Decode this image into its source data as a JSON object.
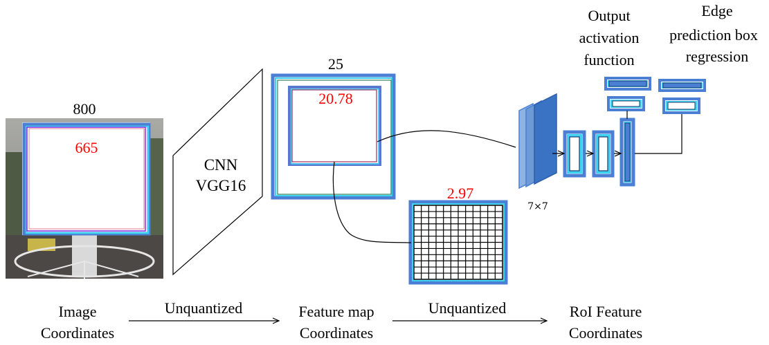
{
  "colors": {
    "accent_red": "#ff0000",
    "box_blue": "#4a7fd4",
    "box_cyan": "#3fd3f2",
    "box_purple": "#8a2be2"
  },
  "input_image": {
    "top_value": "800",
    "inner_value": "665"
  },
  "cnn": {
    "line1": "CNN",
    "line2": "VGG16"
  },
  "feature_map": {
    "top_value": "25",
    "inner_value": "20.78"
  },
  "roi_grid": {
    "value": "2.97",
    "size_label": "7×7",
    "rows": 12,
    "cols": 12
  },
  "head": {
    "output_activation_line1": "Output",
    "output_activation_line2": "activation",
    "output_activation_line3": "function",
    "edge_line1": "Edge",
    "edge_line2": "prediction box",
    "edge_line3": "regression"
  },
  "bottom": {
    "image_coords_line1": "Image",
    "image_coords_line2": "Coordinates",
    "unquantized_1": "Unquantized",
    "feature_coords_line1": "Feature map",
    "feature_coords_line2": "Coordinates",
    "unquantized_2": "Unquantized",
    "roi_coords_line1": "RoI Feature",
    "roi_coords_line2": "Coordinates"
  }
}
